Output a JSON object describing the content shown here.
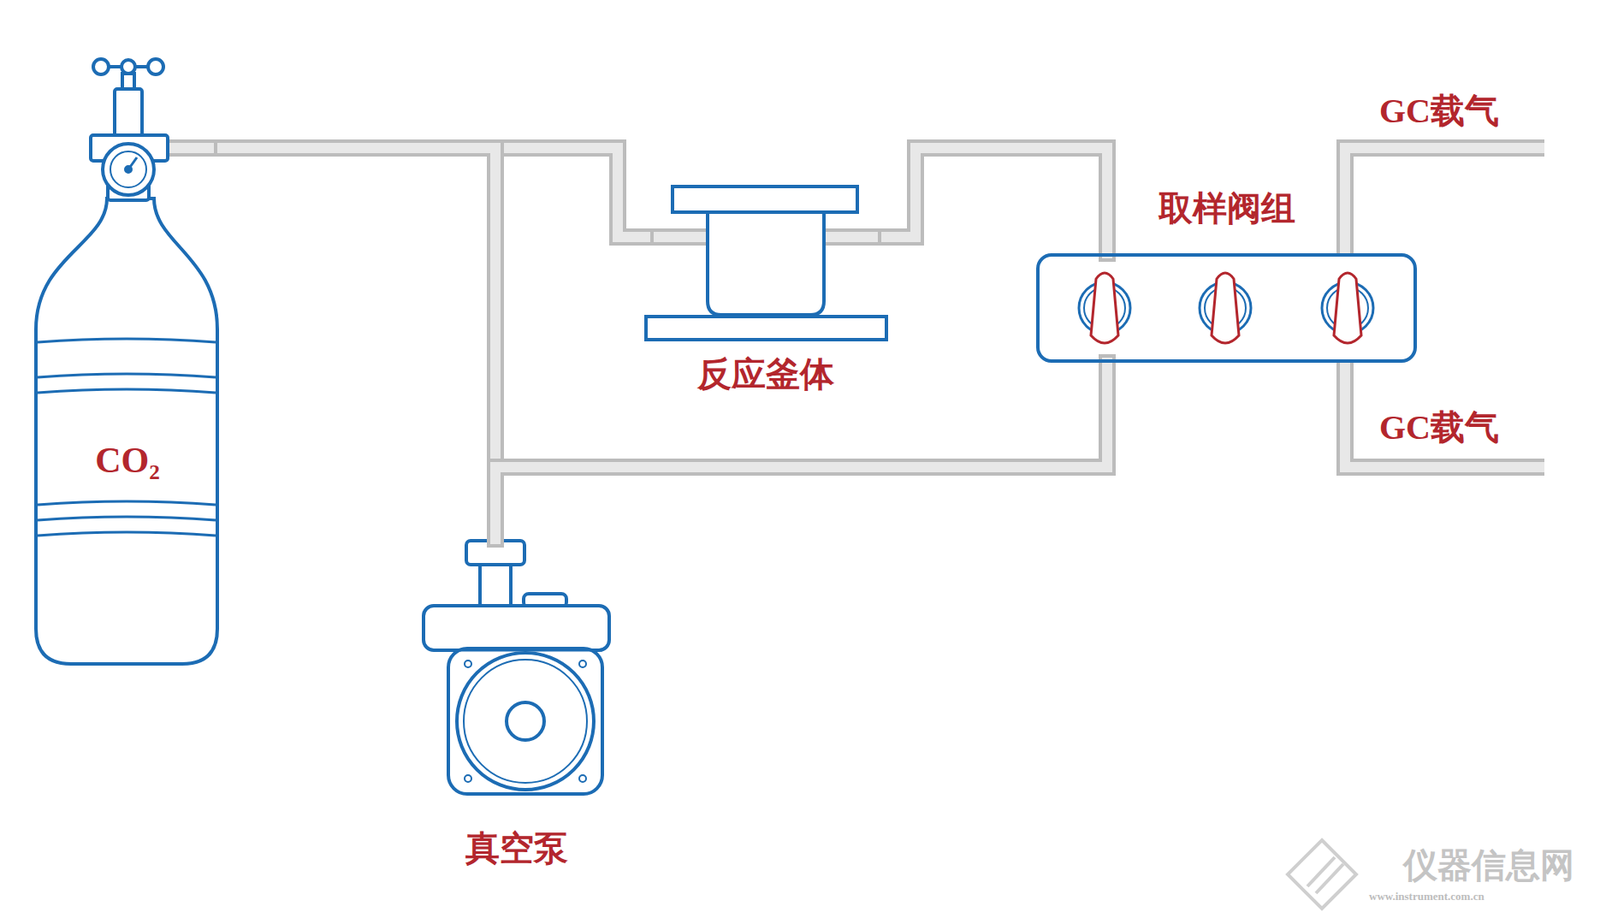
{
  "diagram": {
    "nodes": [
      {
        "text": [
          "CO₂"
        ]
      },
      {
        "text": [
          "反应釜体"
        ]
      },
      {
        "text": [
          "取样阀组"
        ]
      },
      {
        "text": [
          "真空泵"
        ]
      }
    ],
    "edges": [
      {
        "from": 0,
        "to": 1,
        "arrow": "none"
      },
      {
        "from": 0,
        "to": 3,
        "arrow": "none"
      },
      {
        "from": 1,
        "to": 2,
        "arrow": "none"
      },
      {
        "from": 3,
        "to": 2,
        "arrow": "none"
      }
    ],
    "labels": [
      "GC载气",
      "GC载气",
      "仪器信息网",
      "www.instrument.com.cn"
    ]
  }
}
